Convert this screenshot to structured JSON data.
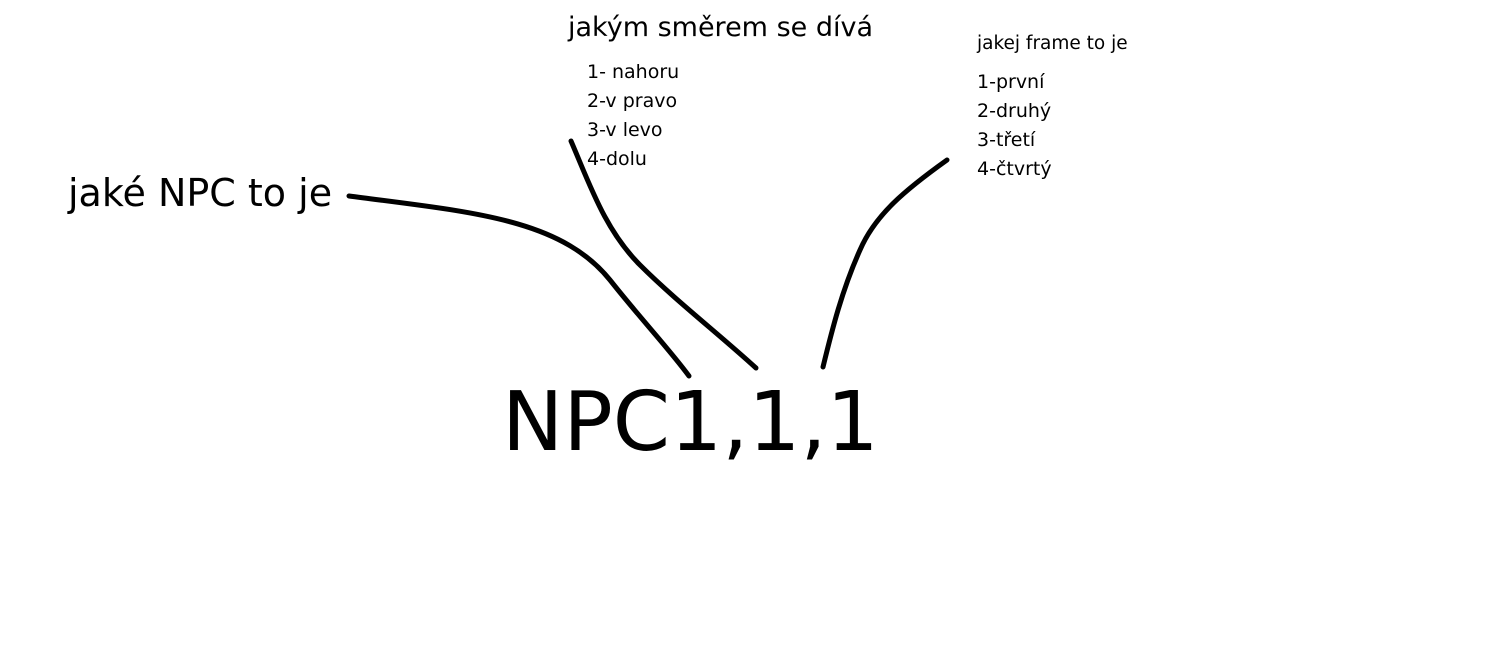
{
  "code": "NPC1,1,1",
  "npc_label": "jaké NPC to je",
  "direction": {
    "title": "jakým směrem se dívá",
    "options": [
      "1- nahoru",
      "2-v pravo",
      "3-v levo",
      "4-dolu"
    ]
  },
  "frame": {
    "title": "jakej frame to je",
    "options": [
      "1-první",
      "2-druhý",
      "3-třetí",
      "4-čtvrtý"
    ]
  },
  "colors": {
    "background": "#ffffff",
    "ink": "#000000"
  }
}
